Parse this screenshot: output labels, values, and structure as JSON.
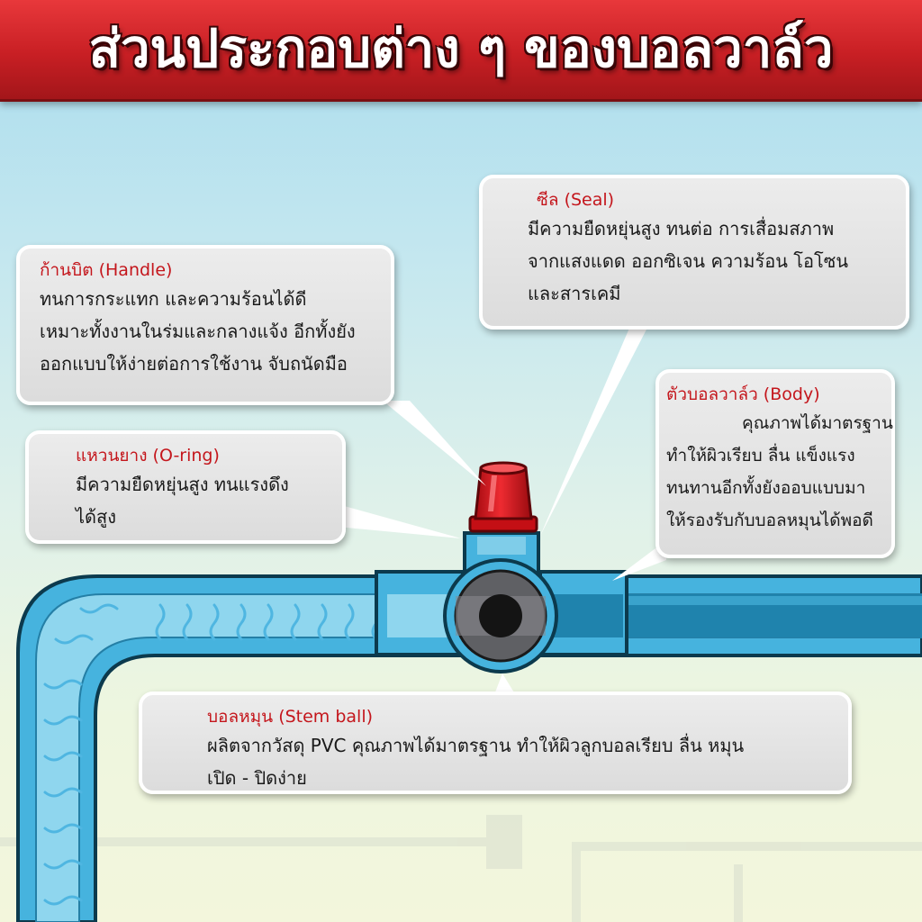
{
  "title": "ส่วนประกอบต่าง ๆ ของบอลวาล์ว",
  "colors": {
    "banner": "#c81f24",
    "pipe": "#3aa8d4",
    "pipe_dark": "#1d7ea6",
    "handle": "#d7111a",
    "label": "#c4161c"
  },
  "callouts": {
    "handle": {
      "title": "ก้านบิต (Handle)",
      "lines": [
        "ทนการกระแทก และความร้อนได้ดี",
        "เหมาะทั้งงานในร่มและกลางแจ้ง อีกทั้งยัง",
        "ออกแบบให้ง่ายต่อการใช้งาน จับถนัดมือ"
      ]
    },
    "seal": {
      "title": "ซีล (Seal)",
      "lines": [
        "มีความยืดหยุ่นสูง ทนต่อ การเสื่อมสภาพ",
        "จากแสงแดด ออกซิเจน ความร้อน โอโซน",
        "และสารเคมี"
      ]
    },
    "oring": {
      "title": "แหวนยาง (O-ring)",
      "lines": [
        "มีความยืดหยุ่นสูง ทนแรงดึง",
        "ได้สูง"
      ]
    },
    "body": {
      "title": "ตัวบอลวาล์ว (Body)",
      "lines": [
        "คุณภาพได้มาตรฐาน",
        "ทำให้ผิวเรียบ ลื่น แข็งแรง",
        "ทนทานอีกทั้งยังออบแบบมา",
        "ให้รองรับกับบอลหมุนได้พอดี"
      ]
    },
    "stemball": {
      "title": "บอลหมุน (Stem ball)",
      "lines": [
        "ผลิตจากวัสดุ PVC คุณภาพได้มาตรฐาน ทำให้ผิวลูกบอลเรียบ ลื่น หมุน",
        "เปิด - ปิดง่าย"
      ]
    }
  }
}
